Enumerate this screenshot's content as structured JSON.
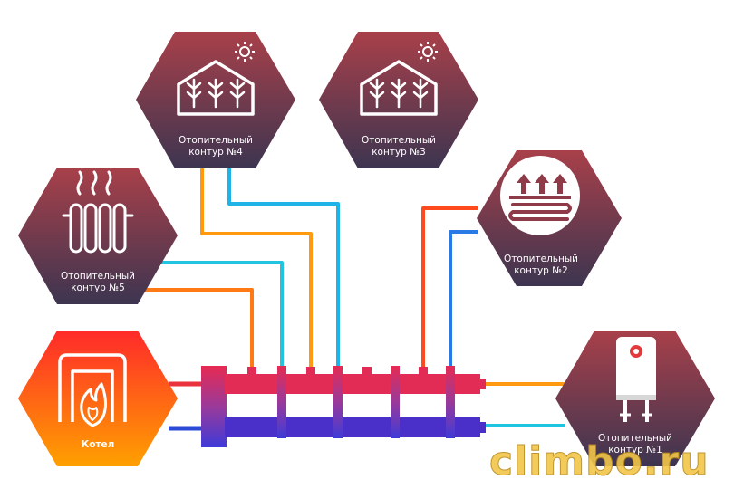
{
  "nodes": {
    "boiler": {
      "label": "Котел"
    },
    "circuit1": {
      "label": "Отопительный\nконтур №1"
    },
    "circuit2": {
      "label": "Отопительный\nконтур №2"
    },
    "circuit3": {
      "label": "Отопительный\nконтур №3"
    },
    "circuit4": {
      "label": "Отопительный\nконтур №4"
    },
    "circuit5": {
      "label": "Отопительный\nконтур №5"
    }
  },
  "watermark": "climbo.ru",
  "colors": {
    "hex_top": "#a8404a",
    "hex_bottom": "#3d3550",
    "boiler_top": "#ff2a2a",
    "boiler_bottom": "#ffa000",
    "supply_pipe": "#e8323c",
    "return_pipe": "#2b4bd6",
    "icon": "#ffffff"
  },
  "icons": {
    "circuit1": "water-heater-icon",
    "circuit2": "underfloor-heating-icon",
    "circuit3": "greenhouse-icon",
    "circuit4": "greenhouse-icon",
    "circuit5": "radiator-icon",
    "boiler": "fire-icon"
  }
}
